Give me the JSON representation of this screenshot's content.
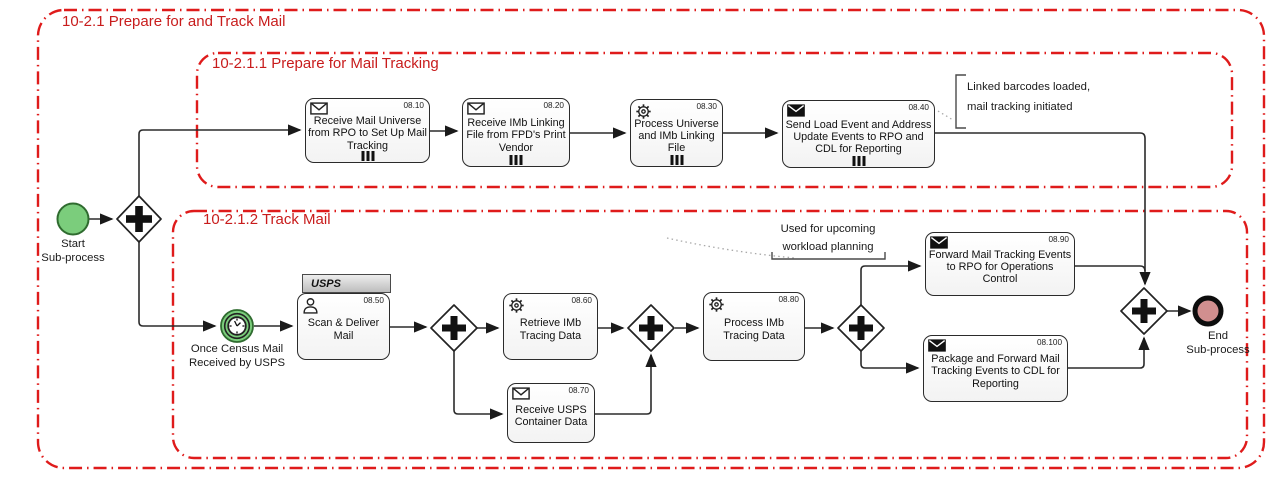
{
  "diagram": {
    "title": "10-2.1 Prepare for and Track Mail",
    "groups": [
      {
        "label": "10-2.1.1 Prepare for Mail Tracking"
      },
      {
        "label": "10-2.1.2 Track Mail"
      }
    ]
  },
  "lane_header": {
    "label": "USPS"
  },
  "events": {
    "start": {
      "label": "Start\nSub-process"
    },
    "timer": {
      "label": "Once Census Mail\nReceived by USPS"
    },
    "end": {
      "label": "End\nSub-process"
    }
  },
  "tasks": [
    {
      "code": "08.10",
      "label": "Receive Mail Universe from RPO to Set Up Mail Tracking",
      "icon": "message-receive-icon",
      "multi_instance": true
    },
    {
      "code": "08.20",
      "label": "Receive IMb Linking File from FPD's Print Vendor",
      "icon": "message-receive-icon",
      "multi_instance": true
    },
    {
      "code": "08.30",
      "label": "Process Universe and IMb Linking File",
      "icon": "service-gear-icon",
      "multi_instance": true
    },
    {
      "code": "08.40",
      "label": "Send Load Event and Address Update Events to RPO and CDL for Reporting",
      "icon": "message-send-icon",
      "multi_instance": true
    },
    {
      "code": "08.50",
      "label": "Scan & Deliver Mail",
      "icon": "user-icon",
      "multi_instance": false
    },
    {
      "code": "08.60",
      "label": "Retrieve IMb Tracing Data",
      "icon": "service-gear-icon",
      "multi_instance": false
    },
    {
      "code": "08.70",
      "label": "Receive USPS Container Data",
      "icon": "message-receive-icon",
      "multi_instance": false
    },
    {
      "code": "08.80",
      "label": "Process IMb Tracing Data",
      "icon": "service-gear-icon",
      "multi_instance": false
    },
    {
      "code": "08.90",
      "label": "Forward Mail Tracking Events to RPO for Operations Control",
      "icon": "message-send-icon",
      "multi_instance": false
    },
    {
      "code": "08.100",
      "label": "Package and Forward Mail Tracking Events to CDL for Reporting",
      "icon": "message-send-icon",
      "multi_instance": false
    }
  ],
  "annotations": [
    {
      "lines": [
        "Linked barcodes loaded,",
        "mail tracking initiated"
      ]
    },
    {
      "lines": [
        "Used for upcoming",
        "workload planning"
      ]
    }
  ],
  "colors": {
    "boundary_red": "#df1b1b",
    "label_red": "#c81c1c",
    "start_green": "#7bcd7c",
    "end_pink": "#d18f8f"
  }
}
